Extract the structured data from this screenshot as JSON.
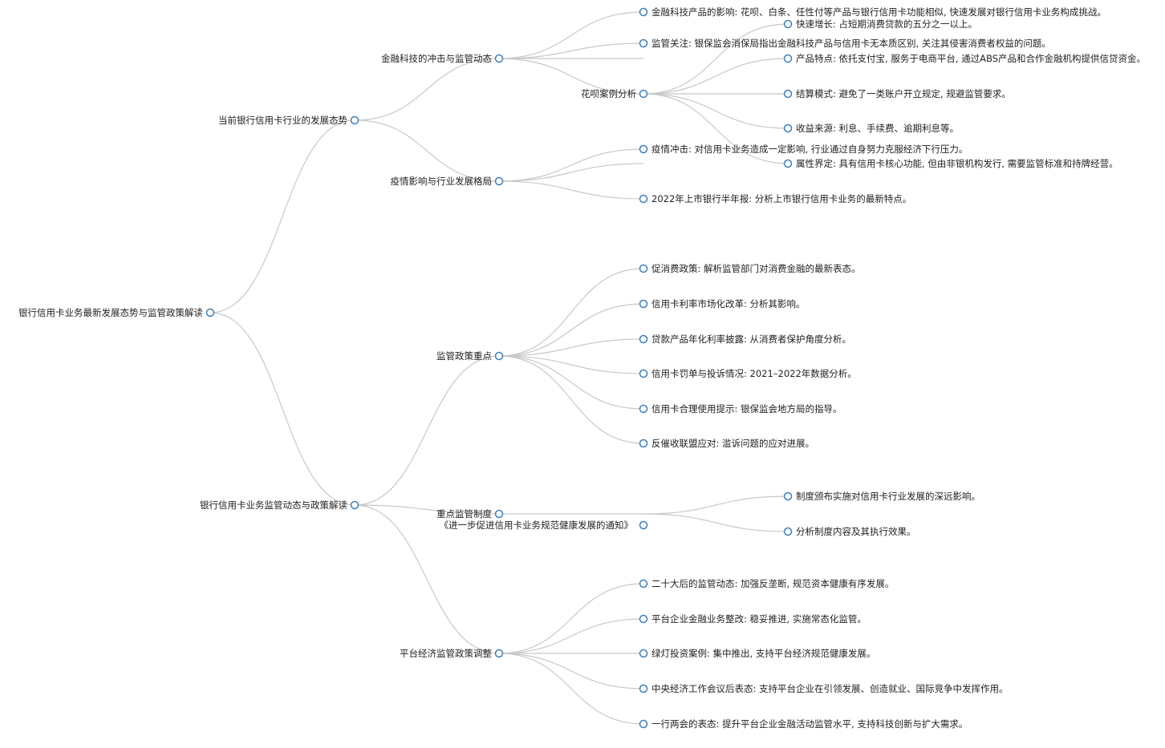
{
  "mindmap": {
    "root": "银行信用卡业务最新发展态势与监管政策解读",
    "branches": [
      {
        "label": "当前银行信用卡行业的发展态势",
        "children": [
          {
            "label": "金融科技的冲击与监管动态",
            "items": [
              "金融科技产品的影响: 花呗、白条、任性付等产品与银行信用卡功能相似, 快速发展对银行信用卡业务构成挑战。",
              "监管关注: 银保监会消保局指出金融科技产品与信用卡无本质区别, 关注其侵害消费者权益的问题。"
            ],
            "case": {
              "label": "花呗案例分析",
              "items": [
                "快速增长: 占短期消费贷款的五分之一以上。",
                "产品特点: 依托支付宝, 服务于电商平台, 通过ABS产品和合作金融机构提供信贷资金。",
                "结算模式: 避免了一类账户开立规定, 规避监管要求。",
                "收益来源: 利息、手续费、逾期利息等。",
                "属性界定: 具有信用卡核心功能, 但由非银机构发行, 需要监管标准和持牌经营。"
              ]
            }
          },
          {
            "label": "疫情影响与行业发展格局",
            "items": [
              "疫情冲击: 对信用卡业务造成一定影响, 行业通过自身努力克服经济下行压力。",
              "2022年上市银行半年报: 分析上市银行信用卡业务的最新特点。"
            ]
          }
        ]
      },
      {
        "label": "银行信用卡业务监管动态与政策解读",
        "children": [
          {
            "label": "监管政策重点",
            "items": [
              "促消费政策: 解析监管部门对消费金融的最新表态。",
              "信用卡利率市场化改革: 分析其影响。",
              "贷款产品年化利率披露: 从消费者保护角度分析。",
              "信用卡罚单与投诉情况: 2021–2022年数据分析。",
              "信用卡合理使用提示: 银保监会地方局的指导。",
              "反催收联盟应对: 滥诉问题的应对进展。"
            ]
          },
          {
            "label": "重点监管制度",
            "sub": {
              "label": "《进一步促进信用卡业务规范健康发展的通知》",
              "items": [
                "制度颁布实施对信用卡行业发展的深远影响。",
                "分析制度内容及其执行效果。"
              ]
            }
          },
          {
            "label": "平台经济监管政策调整",
            "items": [
              "二十大后的监管动态: 加强反垄断, 规范资本健康有序发展。",
              "平台企业金融业务整改: 稳妥推进, 实施常态化监管。",
              "绿灯投资案例: 集中推出, 支持平台经济规范健康发展。",
              "中央经济工作会议后表态: 支持平台企业在引领发展、创造就业、国际竞争中发挥作用。",
              "一行两会的表态: 提升平台企业金融活动监管水平, 支持科技创新与扩大需求。"
            ]
          }
        ]
      }
    ]
  }
}
